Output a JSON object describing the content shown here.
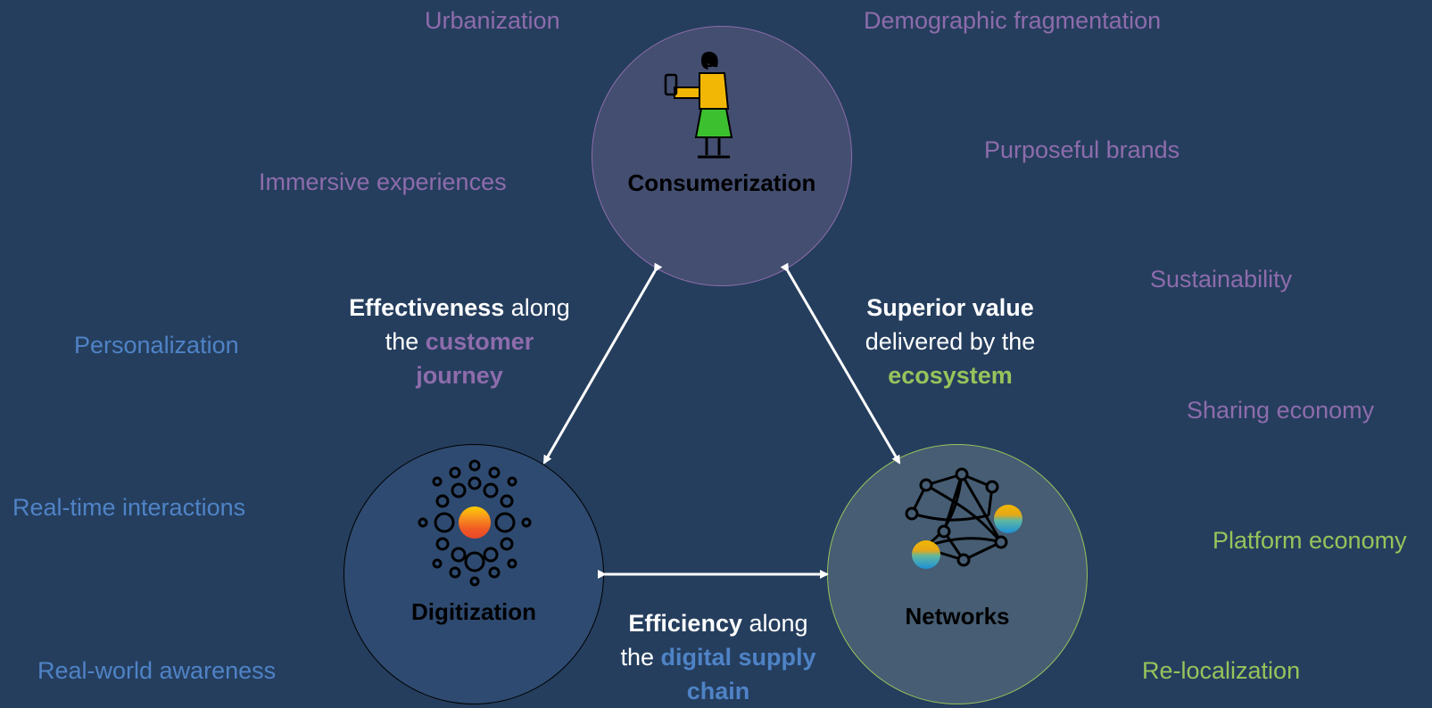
{
  "colors": {
    "background": "#253e5e",
    "purple": "#8e6cab",
    "blue": "#4f83c6",
    "green": "#98c35b"
  },
  "nodes": {
    "consumerization": {
      "title": "Consumerization",
      "icon": "person-with-phone-icon"
    },
    "digitization": {
      "title": "Digitization",
      "icon": "dot-cluster-icon"
    },
    "networks": {
      "title": "Networks",
      "icon": "network-graph-icon"
    }
  },
  "edges": {
    "left": {
      "bold": "Effectiveness",
      "t1": " along",
      "t2": "the ",
      "hl1": "customer",
      "hl2": "journey"
    },
    "right": {
      "bold": "Superior value",
      "t1": "delivered by the",
      "hl": "ecosystem"
    },
    "bottom": {
      "bold": "Efficiency",
      "t1": " along",
      "t2": "the ",
      "hl1": "digital supply",
      "hl2": "chain"
    }
  },
  "trends": {
    "urbanization": "Urbanization",
    "demographic": "Demographic fragmentation",
    "immersive": "Immersive experiences",
    "purposeful": "Purposeful brands",
    "sustainability": "Sustainability",
    "personalization": "Personalization",
    "sharing": "Sharing economy",
    "realtime": "Real-time interactions",
    "platform": "Platform economy",
    "realworld": "Real-world awareness",
    "relocalization": "Re-localization"
  }
}
